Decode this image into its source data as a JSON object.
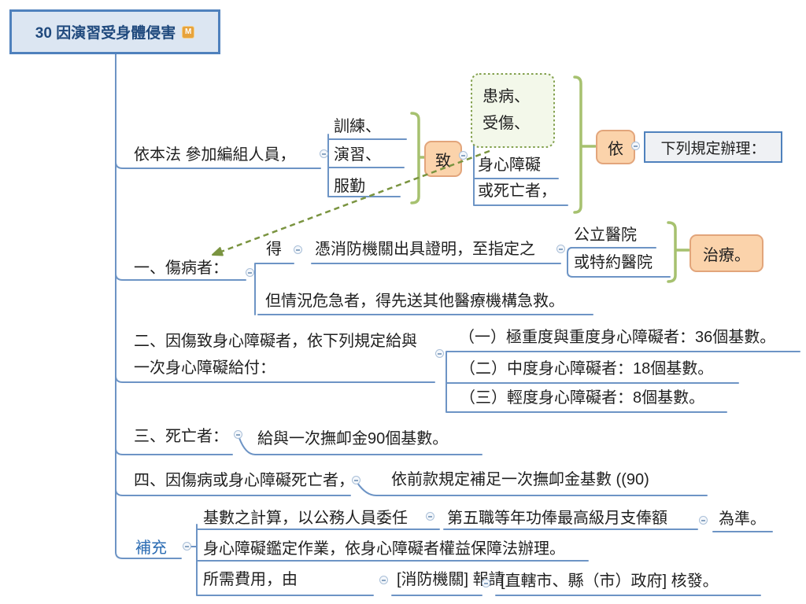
{
  "root": {
    "title": "30 因演習受身體侵害",
    "badge": "M"
  },
  "nodes": {
    "t1": "依本法  參加編組人員，",
    "t1c1": "訓練、",
    "t1c2": "演習、",
    "t1c3": "服勤",
    "zhi": "致",
    "g1": "患病、",
    "g2": "受傷、",
    "g3": "身心障礙",
    "g4": "或死亡者，",
    "yi": "依",
    "rule": "下列規定辦理：",
    "t2": "一、傷病者：",
    "t2a": "得",
    "t2b": "憑消防機關出具證明，至指定之",
    "h1": "公立醫院",
    "h2": "或特約醫院",
    "treat": "治療。",
    "t2c": "但情況危急者，得先送其他醫療機構急救。",
    "t3": "二、因傷致身心障礙者，依下列規定給與\n一次身心障礙給付：",
    "t3c1": "（一）極重度與重度身心障礙者：36個基數。",
    "t3c2": "（二）中度身心障礙者：18個基數。",
    "t3c3": "（三）輕度身心障礙者：8個基數。",
    "t4": "三、死亡者：",
    "t4c": "給與一次撫卹金90個基數。",
    "t5": "四、因傷病或身心障礙死亡者，",
    "t5c": "依前款規定補足一次撫卹金基數  ((90)",
    "t6": "補充",
    "t6a1": "基數之計算，以公務人員委任",
    "t6a2": "第五職等年功俸最高級月支俸額",
    "t6a3": "為準。",
    "t6b": "身心障礙鑑定作業，依身心障礙者權益保障法辦理。",
    "t6c1": "所需費用，由",
    "t6c2": "[消防機關] 報請",
    "t6c3": "[直轄市、縣（市）政府] 核發。"
  },
  "colors": {
    "branch_blue": "#6d94c5",
    "bracket_green": "#a6c16f",
    "group_dotted_green": "#83a14e",
    "group_fill": "#f3f8ea",
    "arrow_green": "#7a9440",
    "topic_fill_orange": "#fbd3ab",
    "topic_border_orange": "#e2a57b",
    "root_fill": "#dce6f2",
    "root_border": "#4f81bd",
    "root_text": "#1f497d",
    "rule_box_fill": "#eff1f4",
    "supplement_text": "#2b6cb3",
    "marker_badge": "#e7a33c"
  }
}
